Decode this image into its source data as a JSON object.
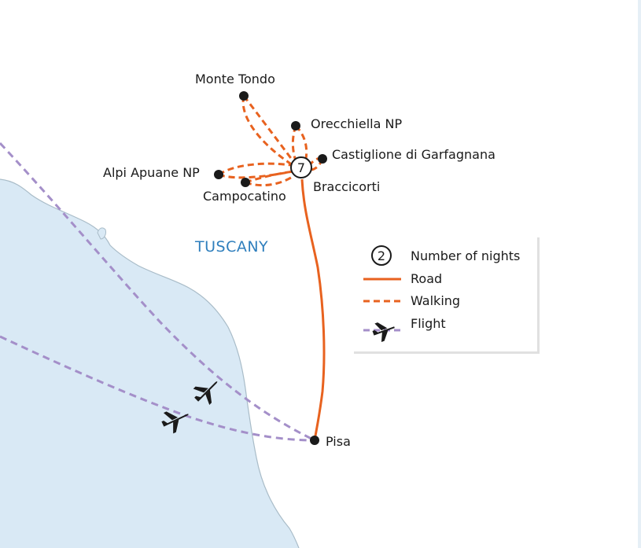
{
  "region": {
    "label": "TUSCANY"
  },
  "places": {
    "monte_tondo": "Monte Tondo",
    "orecchiella": "Orecchiella NP",
    "castiglione": "Castiglione di Garfagnana",
    "alpi_apuane": "Alpi Apuane NP",
    "braccicorti": "Braccicorti",
    "campocatino": "Campocatino",
    "pisa": "Pisa"
  },
  "base_stop": {
    "nights": "7"
  },
  "legend": {
    "nights_sample": "2",
    "nights_label": "Number of nights",
    "road_label": "Road",
    "walking_label": "Walking",
    "flight_label": "Flight"
  },
  "colors": {
    "sea": "#d9e9f5",
    "land": "#ffffff",
    "coast": "#a9bcc8",
    "road": "#e8621f",
    "walking": "#e8621f",
    "flight": "#a48fc9",
    "region_text": "#2f7fbd",
    "marker": "#1a1a1a"
  },
  "icons": {
    "flight": "airplane-icon",
    "place": "location-dot-icon"
  }
}
